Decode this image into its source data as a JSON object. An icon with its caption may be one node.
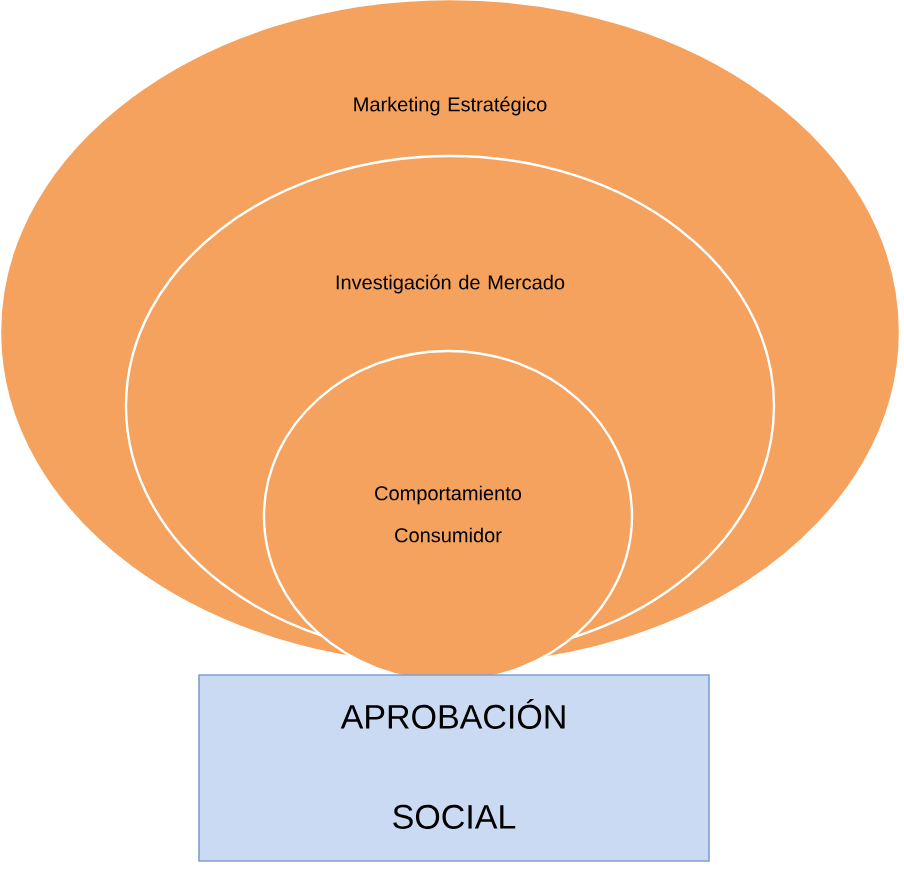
{
  "diagram": {
    "nodes": [
      {
        "text": [
          "Marketing Estratégico"
        ]
      },
      {
        "text": [
          "Investigación de Mercado"
        ],
        "in": 0
      },
      {
        "text": [
          "Comportamiento Consumidor"
        ],
        "in": 1
      },
      {
        "text": [
          "APROBACIÓN SOCIAL"
        ]
      }
    ]
  }
}
